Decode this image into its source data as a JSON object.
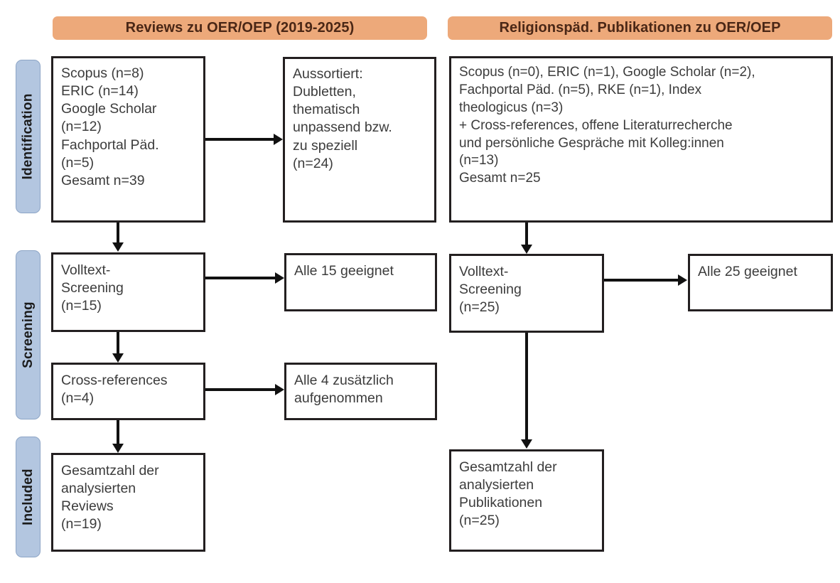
{
  "figure": {
    "type": "prisma-flow-diagram",
    "columns": [
      {
        "id": "reviews",
        "header": "Reviews zu OER/OEP (2019-2025)"
      },
      {
        "id": "religionspaed",
        "header": "Religionspäd. Publikationen zu OER/OEP"
      }
    ],
    "phases": [
      {
        "id": "identification",
        "label": "Identification"
      },
      {
        "id": "screening",
        "label": "Screening"
      },
      {
        "id": "included",
        "label": "Included"
      }
    ]
  },
  "colors": {
    "banner_fill": "#eda97a",
    "banner_text": "#4a2716",
    "phase_fill": "#b3c6e0",
    "phase_border": "#8da5c6",
    "node_border": "#231f20",
    "node_text": "#3c3c3c",
    "connector": "#111111",
    "background": "#ffffff"
  },
  "left_column": {
    "identification_sources": "Scopus (n=8)\nERIC (n=14)\nGoogle Scholar\n(n=12)\nFachportal Päd.\n(n=5)\nGesamt n=39",
    "excluded": "Aussortiert:\nDubletten,\nthematisch\nunpassend bzw.\nzu speziell\n(n=24)",
    "fulltext_screening": "Volltext-\nScreening\n(n=15)",
    "fulltext_result": "Alle 15 geeignet",
    "cross_references": "Cross-references\n(n=4)",
    "cross_references_result": "Alle 4 zusätzlich\naufgenommen",
    "included_total": "Gesamtzahl der\nanalysierten\nReviews\n(n=19)"
  },
  "right_column": {
    "identification_sources": "Scopus (n=0), ERIC (n=1), Google Scholar (n=2),\nFachportal Päd. (n=5), RKE (n=1), Index\ntheologicus (n=3)\n+ Cross-references, offene Literaturrecherche\nund persönliche Gespräche mit Kolleg:innen\n(n=13)\nGesamt n=25",
    "fulltext_screening": "Volltext-\nScreening\n(n=25)",
    "fulltext_result": "Alle 25 geeignet",
    "included_total": "Gesamtzahl der\nanalysierten\nPublikationen\n(n=25)"
  },
  "counts": {
    "left_scopus": 8,
    "left_eric": 14,
    "left_google_scholar": 12,
    "left_fachportal": 5,
    "left_gesamt": 39,
    "left_excluded": 24,
    "left_fulltext": 15,
    "left_cross_references": 4,
    "left_included": 19,
    "right_scopus": 0,
    "right_eric": 1,
    "right_google_scholar": 2,
    "right_fachportal": 5,
    "right_rke": 1,
    "right_index_theologicus": 3,
    "right_additional": 13,
    "right_gesamt": 25,
    "right_fulltext": 25,
    "right_included": 25
  }
}
